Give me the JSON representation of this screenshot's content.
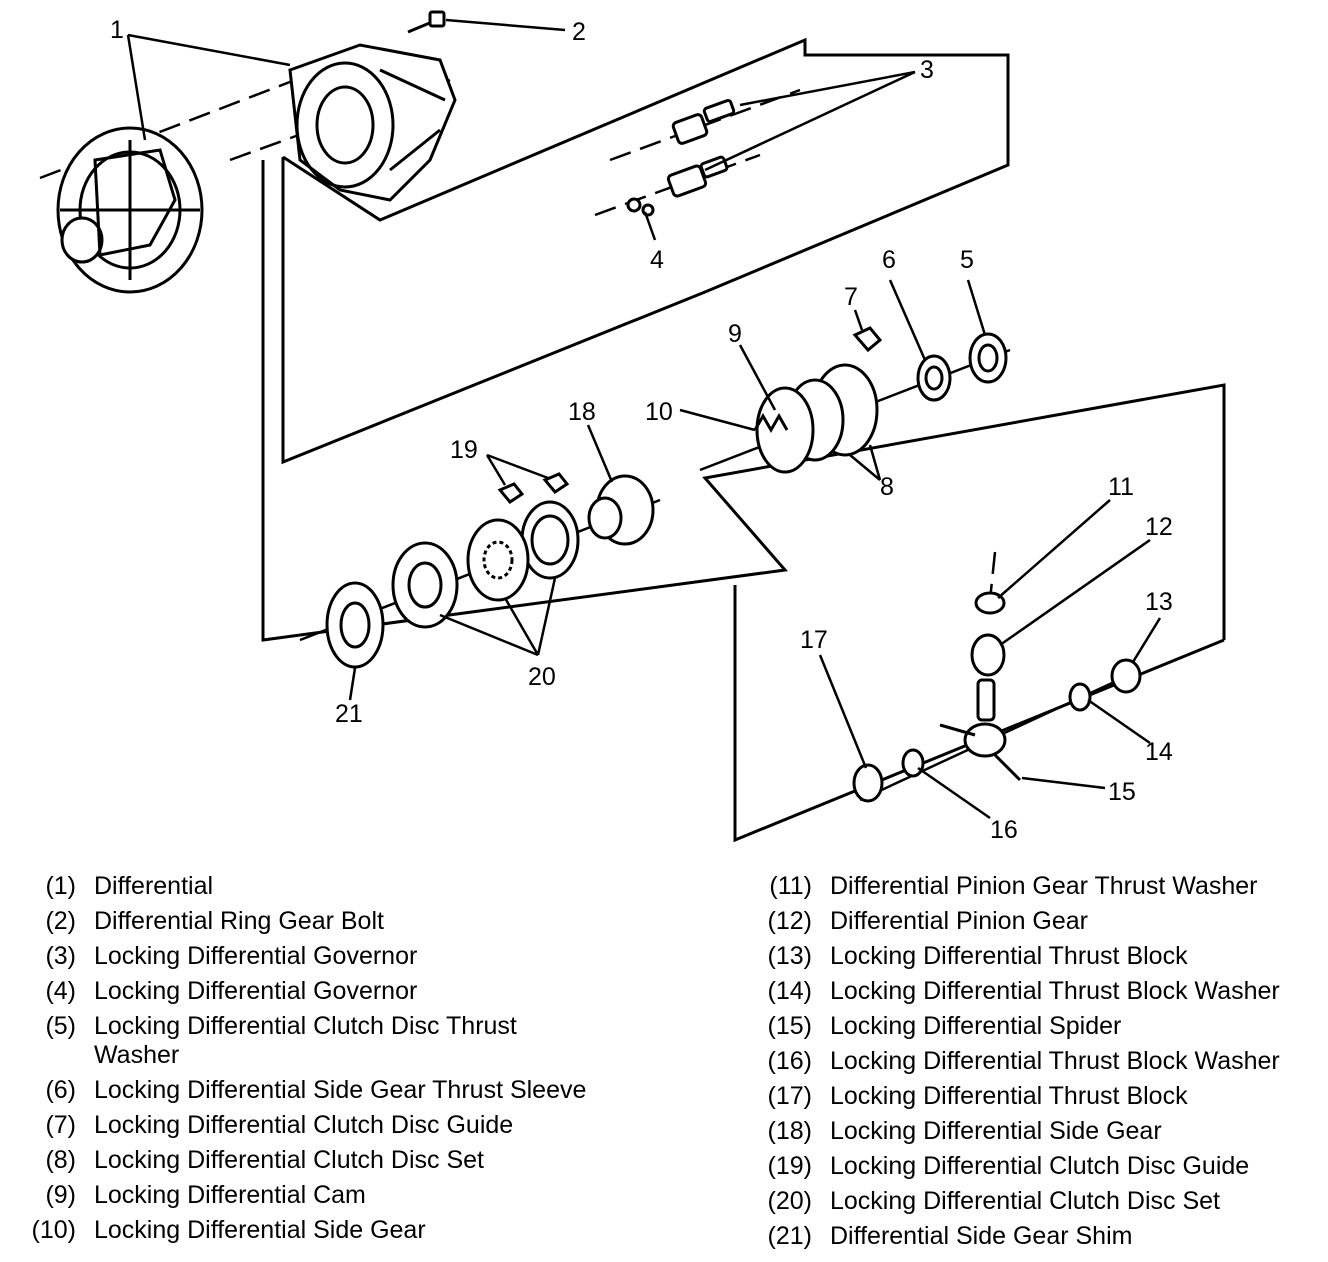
{
  "callouts": [
    "1",
    "2",
    "3",
    "4",
    "5",
    "6",
    "7",
    "8",
    "9",
    "10",
    "11",
    "12",
    "13",
    "14",
    "15",
    "16",
    "17",
    "18",
    "19",
    "20",
    "21"
  ],
  "legend": {
    "left": [
      {
        "num": "(1)",
        "text": "Differential"
      },
      {
        "num": "(2)",
        "text": "Differential Ring Gear Bolt"
      },
      {
        "num": "(3)",
        "text": "Locking Differential Governor"
      },
      {
        "num": "(4)",
        "text": "Locking Differential Governor"
      },
      {
        "num": "(5)",
        "text": "Locking Differential Clutch Disc Thrust Washer"
      },
      {
        "num": "(6)",
        "text": "Locking Differential Side Gear Thrust Sleeve"
      },
      {
        "num": "(7)",
        "text": "Locking Differential Clutch Disc Guide"
      },
      {
        "num": "(8)",
        "text": "Locking Differential Clutch Disc Set"
      },
      {
        "num": "(9)",
        "text": "Locking Differential Cam"
      },
      {
        "num": "(10)",
        "text": "Locking Differential Side Gear"
      }
    ],
    "right": [
      {
        "num": "(11)",
        "text": "Differential Pinion Gear Thrust Washer"
      },
      {
        "num": "(12)",
        "text": "Differential Pinion Gear"
      },
      {
        "num": "(13)",
        "text": "Locking Differential Thrust Block"
      },
      {
        "num": "(14)",
        "text": "Locking Differential Thrust Block Washer"
      },
      {
        "num": "(15)",
        "text": "Locking Differential Spider"
      },
      {
        "num": "(16)",
        "text": "Locking Differential Thrust Block Washer"
      },
      {
        "num": "(17)",
        "text": "Locking Differential Thrust Block"
      },
      {
        "num": "(18)",
        "text": "Locking Differential Side Gear"
      },
      {
        "num": "(19)",
        "text": "Locking Differential Clutch Disc Guide"
      },
      {
        "num": "(20)",
        "text": "Locking Differential Clutch Disc Set"
      },
      {
        "num": "(21)",
        "text": "Differential Side Gear Shim"
      }
    ]
  }
}
